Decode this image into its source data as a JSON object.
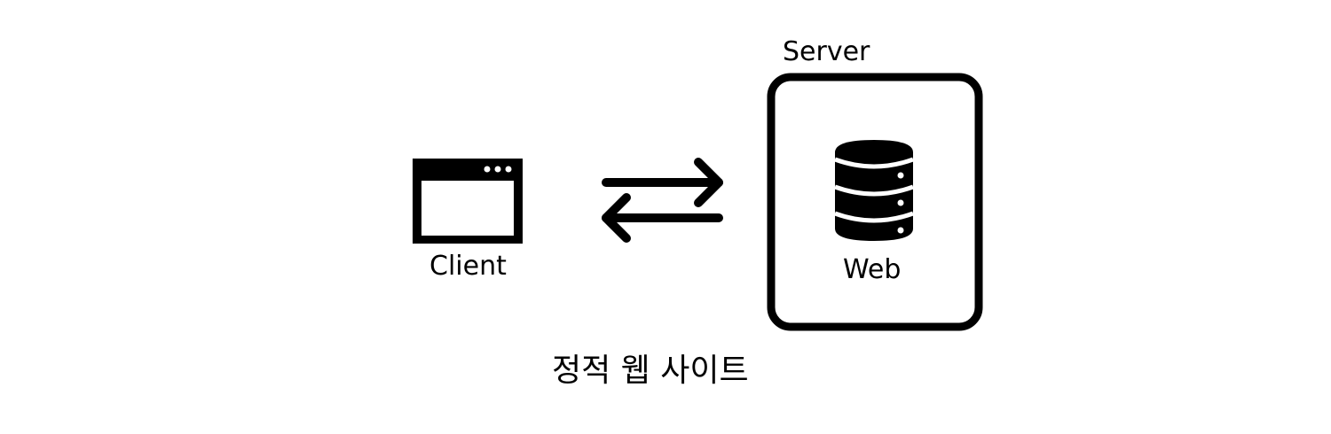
{
  "diagram": {
    "title": "정적 웹 사이트",
    "nodes": {
      "client": {
        "label": "Client",
        "icon": "browser-window-icon"
      },
      "server": {
        "label": "Server",
        "icon": "server-box"
      },
      "web": {
        "label": "Web",
        "icon": "database-icon"
      }
    },
    "edges": [
      {
        "from": "client",
        "to": "server",
        "direction": "right",
        "icon": "arrow-right-icon"
      },
      {
        "from": "server",
        "to": "client",
        "direction": "left",
        "icon": "arrow-left-icon"
      }
    ],
    "colors": {
      "stroke": "#000000",
      "background": "#ffffff"
    }
  }
}
